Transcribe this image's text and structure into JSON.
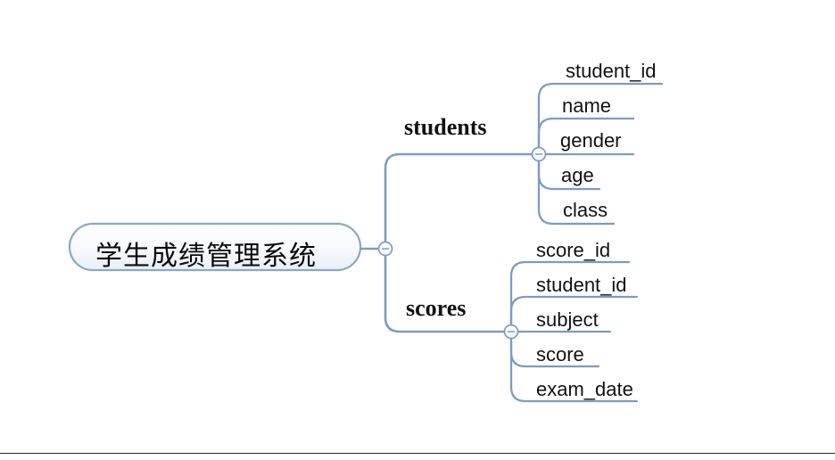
{
  "diagram": {
    "type": "mind-map",
    "title": "学生成绩管理系统",
    "root": {
      "label": "学生成绩管理系统",
      "shape": "rounded-pill",
      "collapse_icon": "minus-circle-icon"
    },
    "branches": [
      {
        "label": "students",
        "collapse_icon": "minus-circle-icon",
        "leaves": [
          {
            "label": "student_id"
          },
          {
            "label": "name"
          },
          {
            "label": "gender"
          },
          {
            "label": "age"
          },
          {
            "label": "class"
          }
        ]
      },
      {
        "label": "scores",
        "collapse_icon": "minus-circle-icon",
        "leaves": [
          {
            "label": "score_id"
          },
          {
            "label": "student_id"
          },
          {
            "label": "subject"
          },
          {
            "label": "score"
          },
          {
            "label": "exam_date"
          }
        ]
      }
    ]
  },
  "colors": {
    "line": "#7d9cc0",
    "root_border": "#8aa7c6",
    "root_fill_top": "#fdfdfe",
    "root_fill_bottom": "#eef2f7",
    "node_fill": "#ffffff",
    "text": "#111111",
    "rule": "#2b2b2b"
  }
}
